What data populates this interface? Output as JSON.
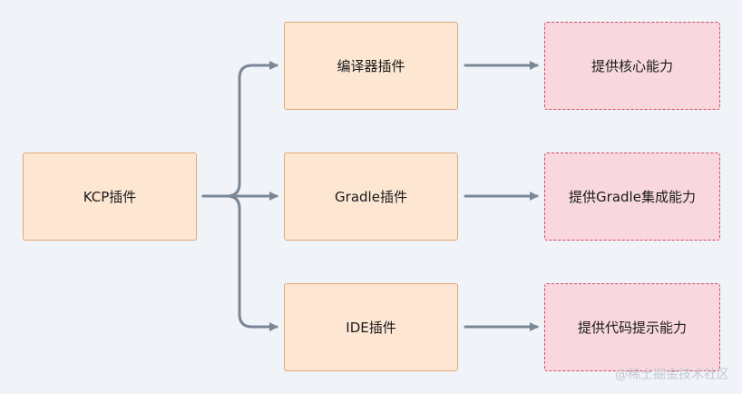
{
  "nodes": {
    "kcp_plugin": "KCP插件",
    "compiler_plugin": "编译器插件",
    "gradle_plugin": "Gradle插件",
    "ide_plugin": "IDE插件",
    "core_capability": "提供核心能力",
    "gradle_integration": "提供Gradle集成能力",
    "code_hint": "提供代码提示能力"
  },
  "watermark": "@稀土掘金技术社区",
  "colors": {
    "background": "#f0f4f8",
    "plugin_fill": "#fde7d3",
    "plugin_border": "#e0a877",
    "capability_fill": "#f8d8de",
    "capability_border": "#d24a63",
    "connector": "#7b8796"
  }
}
